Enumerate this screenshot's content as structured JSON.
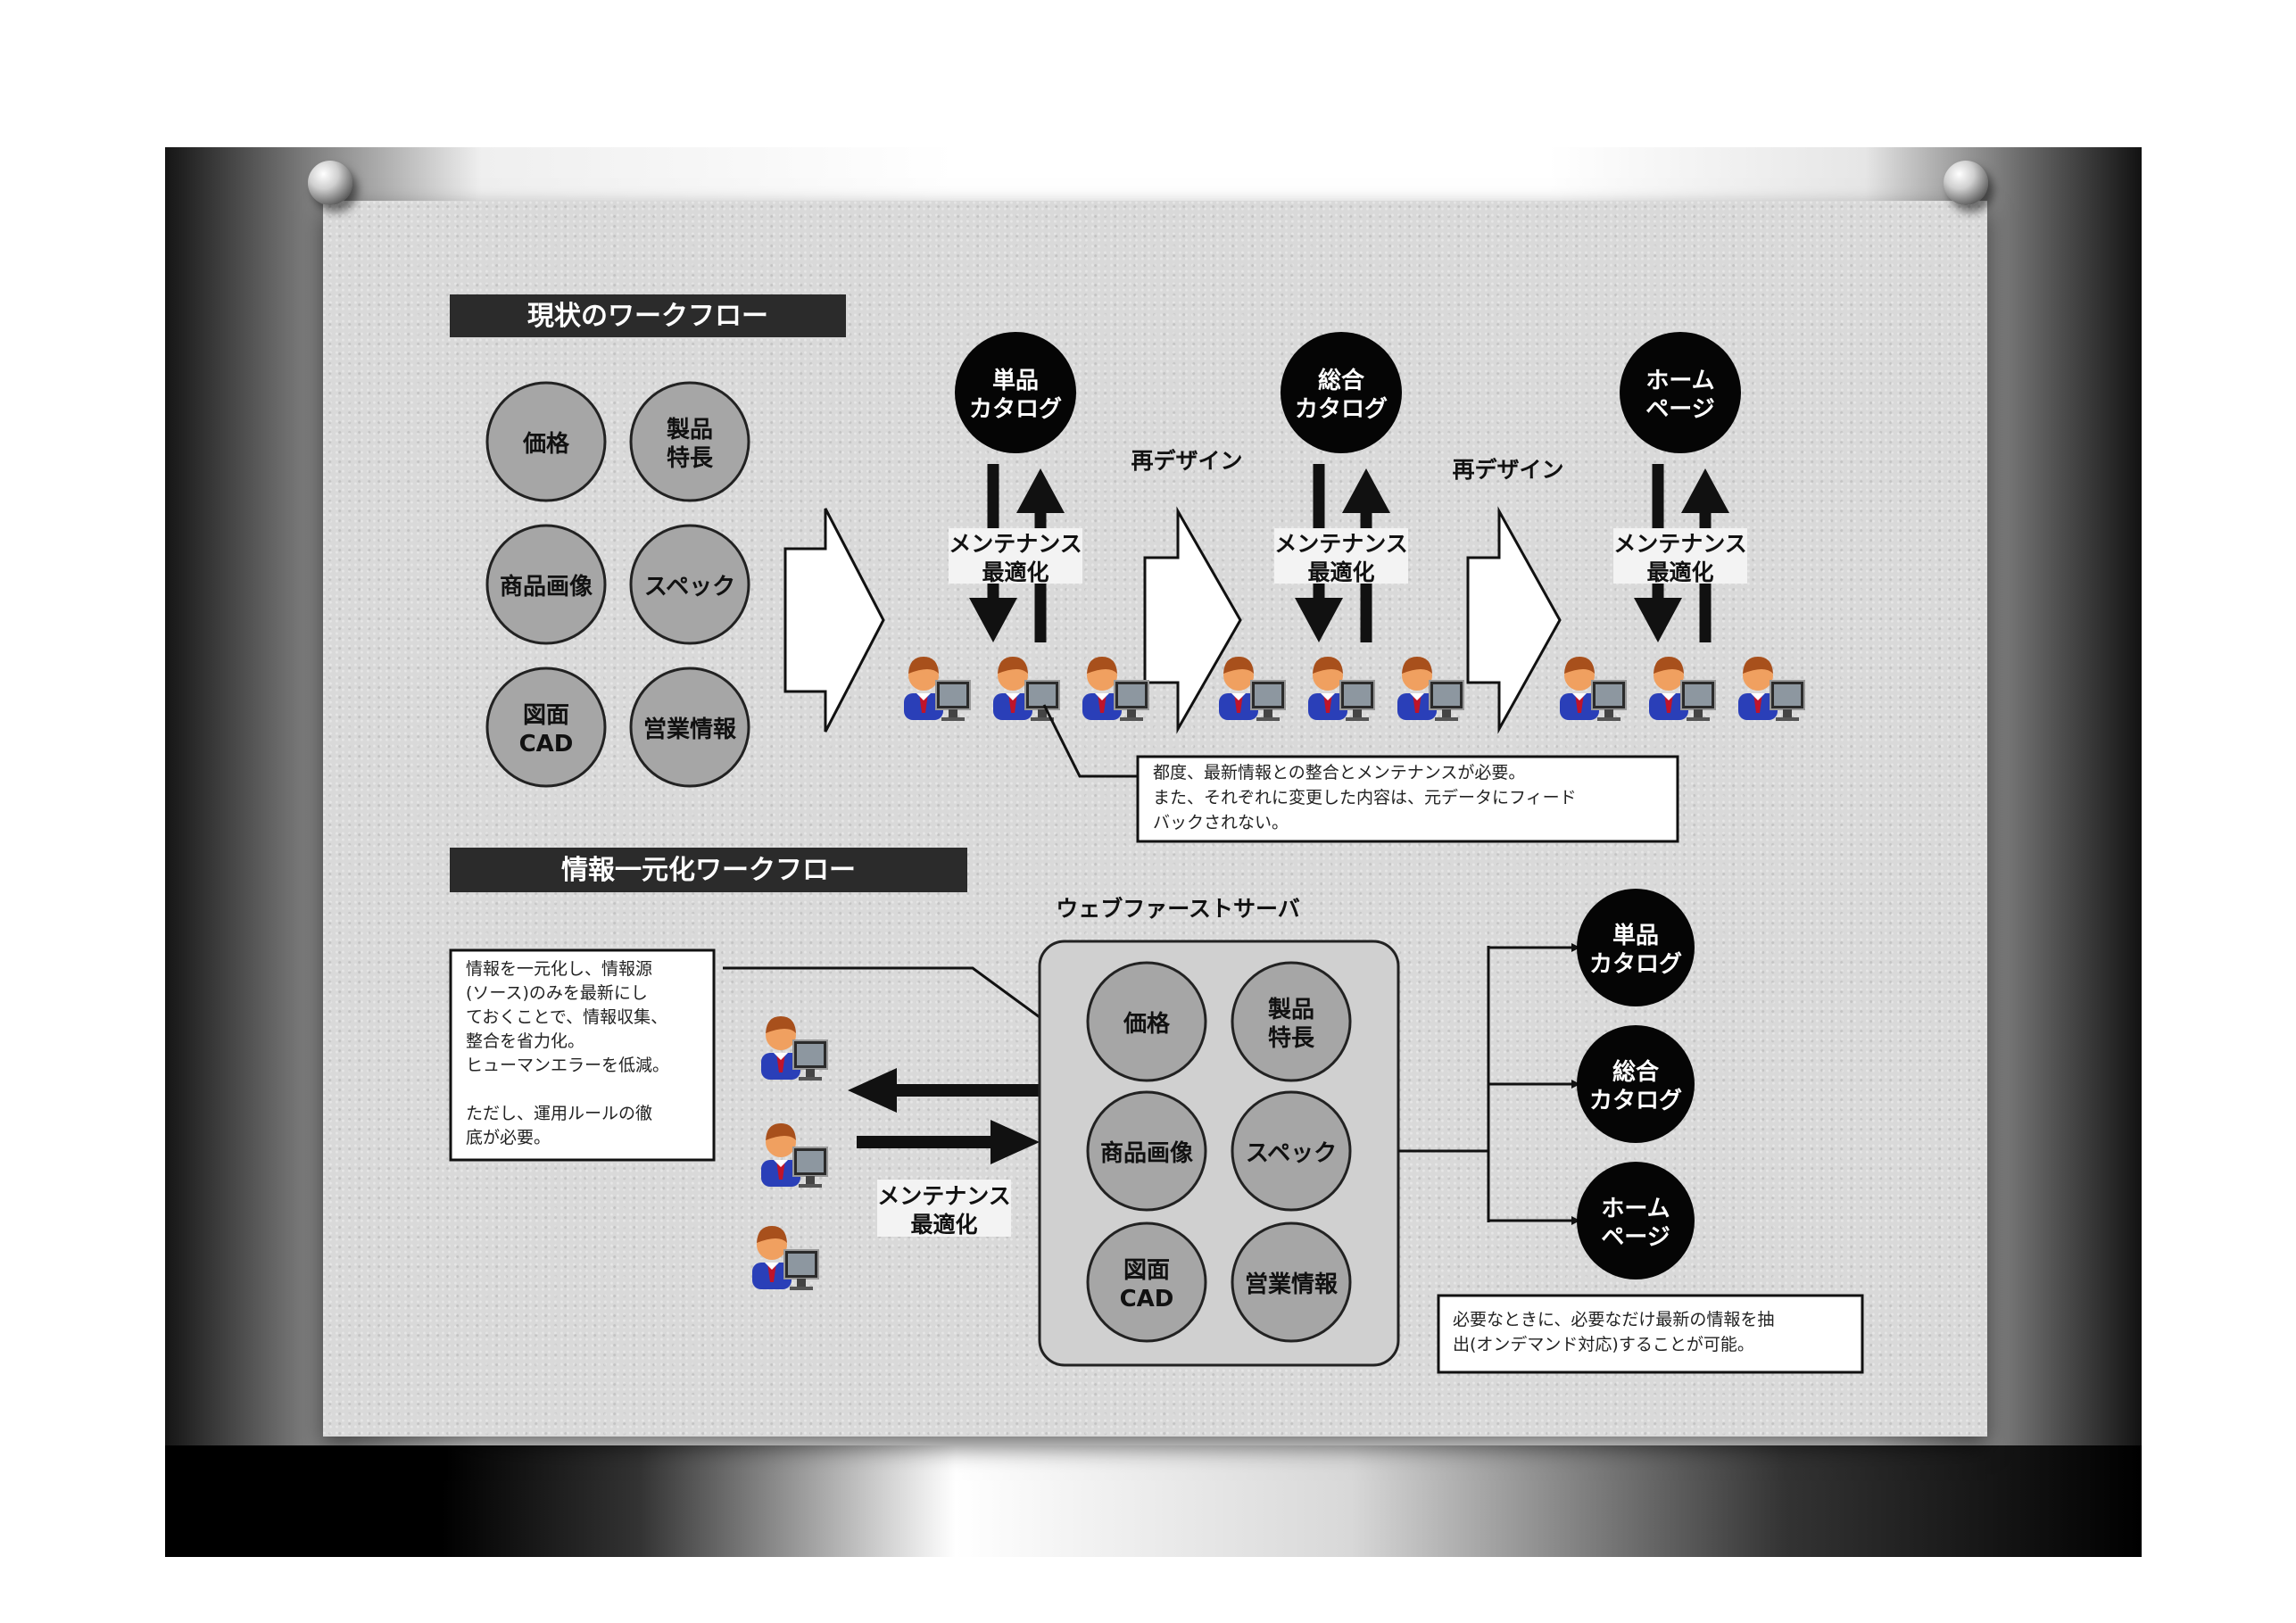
{
  "section1": {
    "title": "現状のワークフロー"
  },
  "section2": {
    "title": "情報一元化ワークフロー"
  },
  "sources": [
    {
      "id": "price",
      "lines": [
        "価格"
      ]
    },
    {
      "id": "features",
      "lines": [
        "製品",
        "特長"
      ]
    },
    {
      "id": "images",
      "lines": [
        "商品画像"
      ]
    },
    {
      "id": "spec",
      "lines": [
        "スペック"
      ]
    },
    {
      "id": "cad",
      "lines": [
        "図面",
        "CAD"
      ]
    },
    {
      "id": "sales",
      "lines": [
        "営業情報"
      ]
    }
  ],
  "outputs": [
    {
      "id": "single",
      "lines": [
        "単品",
        "カタログ"
      ]
    },
    {
      "id": "general",
      "lines": [
        "総合",
        "カタログ"
      ]
    },
    {
      "id": "home",
      "lines": [
        "ホーム",
        "ページ"
      ]
    }
  ],
  "labels": {
    "redesign": "再デザイン",
    "maintenance": [
      "メンテナンス",
      "最適化"
    ],
    "server": "ウェブファーストサーバ"
  },
  "notes": {
    "current": [
      "都度、最新情報との整合とメンテナンスが必要。",
      "また、それぞれに変更した内容は、元データにフィード",
      "バックされない。"
    ],
    "unified": [
      "情報を一元化し、情報源",
      "(ソース)のみを最新にし",
      "ておくことで、情報収集、",
      "整合を省力化。",
      "ヒューマンエラーを低減。",
      "",
      "ただし、運用ルールの徹",
      "底が必要。"
    ],
    "ondemand": [
      "必要なときに、必要なだけ最新の情報を抽",
      "出(オンデマンド対応)することが可能。"
    ]
  },
  "icons": [
    "operator-icon",
    "computer-icon",
    "hollow-arrow-icon",
    "push-pin-icon"
  ]
}
